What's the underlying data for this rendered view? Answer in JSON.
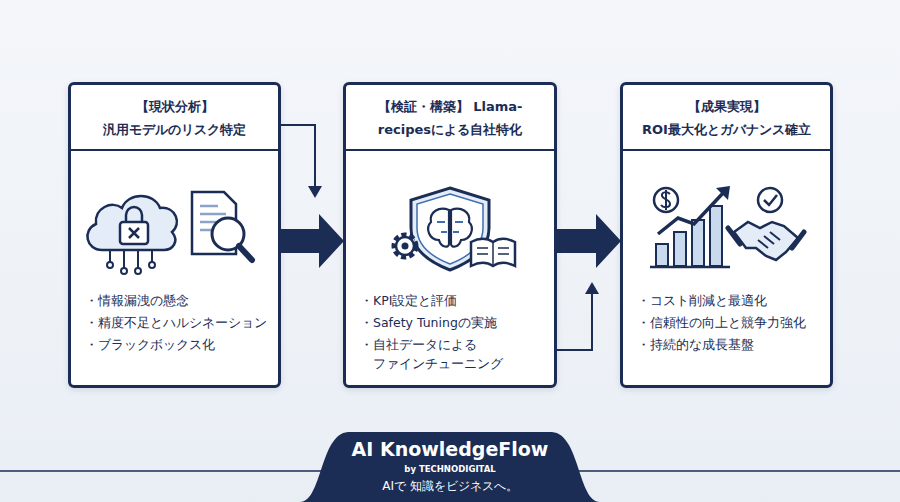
{
  "diagram": {
    "nodes": [
      {
        "text": [
          "【現状分析】 汎用モデルのリスク特定",
          "・情報漏洩の懸念",
          "・精度不足とハルシネーション",
          "・ブラックボックス化"
        ]
      },
      {
        "text": [
          "【検証・構築】 Llama-recipesによる自社特化",
          "・KPI設定と評価",
          "・Safety Tuningの実施",
          "・自社データによる ファインチューニング"
        ]
      },
      {
        "text": [
          "【成果実現】 ROI最大化とガバナンス確立",
          "・コスト削減と最適化",
          "・信頼性の向上と競争力強化",
          "・持続的な成長基盤"
        ]
      },
      {
        "text": [
          "AI KnowledgeFlow",
          "by TECHNODIGITAL",
          "AIで 知識をビジネスへ。"
        ]
      }
    ],
    "edges": [
      {
        "from": 0,
        "to": 1,
        "arrow": "to"
      },
      {
        "from": 1,
        "to": 2,
        "arrow": "to"
      }
    ]
  }
}
